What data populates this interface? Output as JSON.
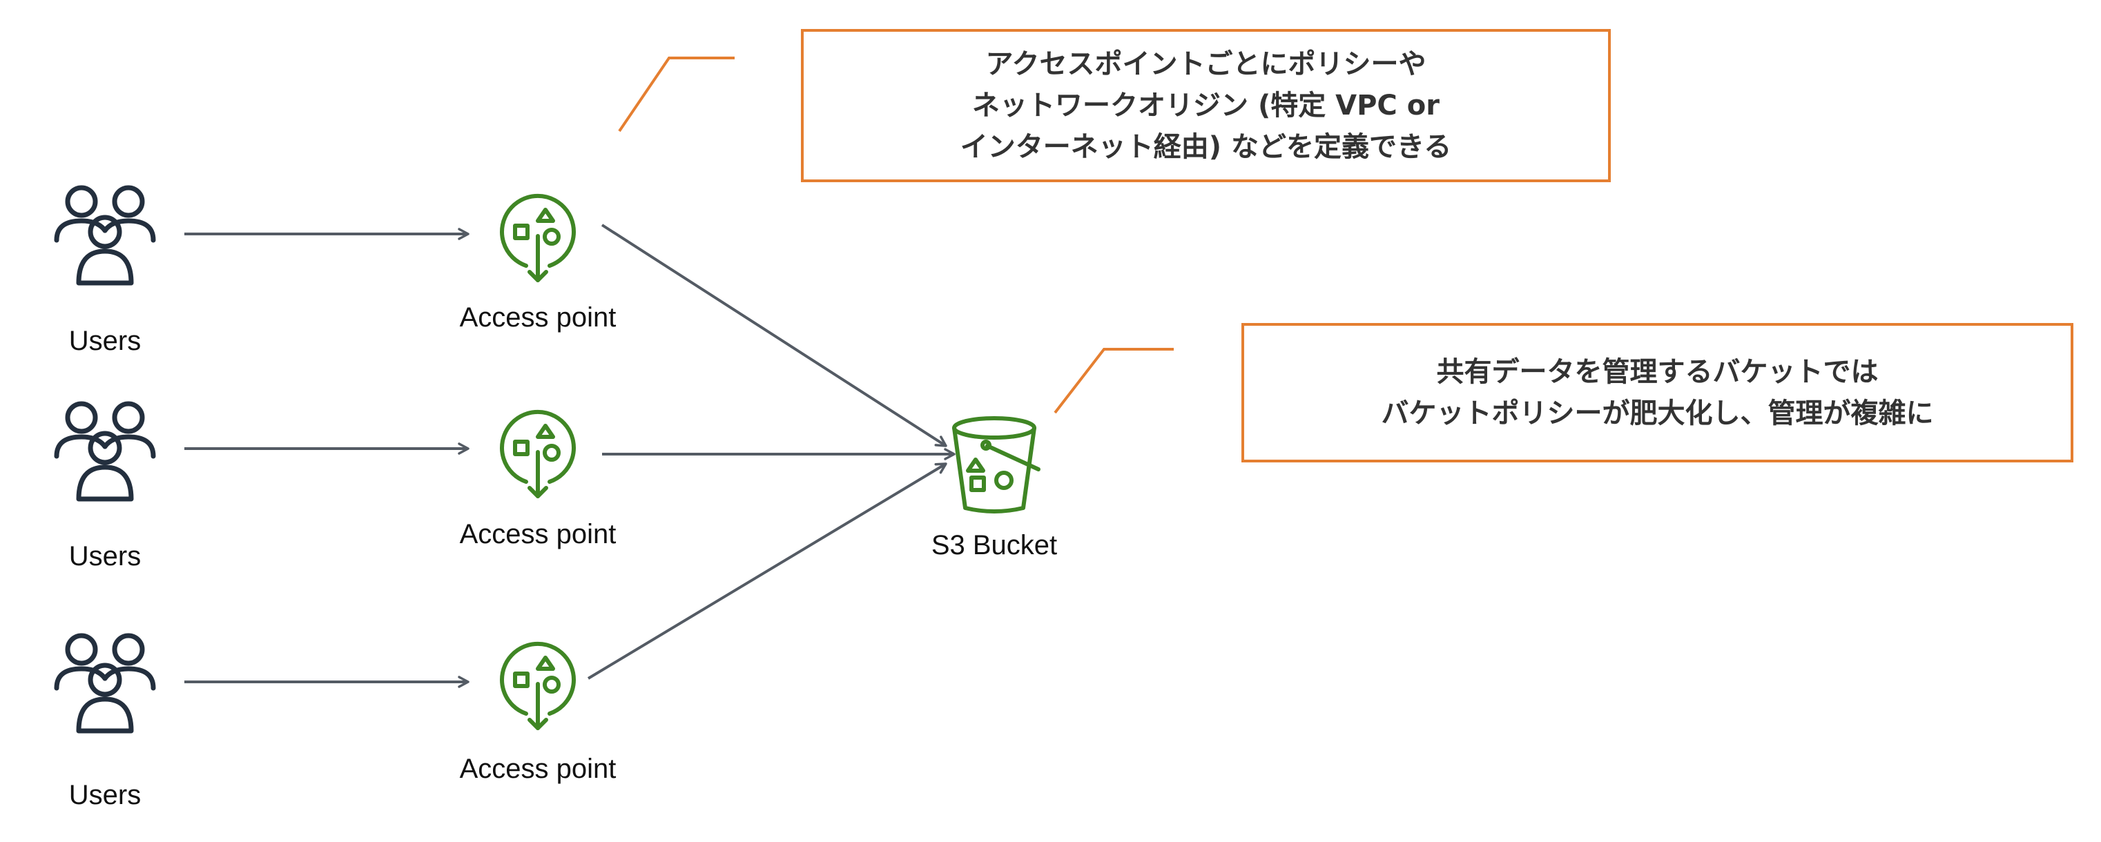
{
  "diagram": {
    "users": [
      {
        "label": "Users"
      },
      {
        "label": "Users"
      },
      {
        "label": "Users"
      }
    ],
    "access_points": [
      {
        "label": "Access point"
      },
      {
        "label": "Access point"
      },
      {
        "label": "Access point"
      }
    ],
    "bucket": {
      "label": "S3 Bucket"
    },
    "callouts": {
      "access_point_note": {
        "lines": [
          "アクセスポイントごとにポリシーや",
          "ネットワークオリジン (特定 VPC or",
          "インターネット経由) などを定義できる"
        ]
      },
      "bucket_note": {
        "lines": [
          "共有データを管理するバケットでは",
          "バケットポリシーが肥大化し、管理が複雑に"
        ]
      }
    },
    "colors": {
      "users_icon": "#232f3e",
      "access_point_icon": "#3f8624",
      "bucket_icon": "#3f8624",
      "arrow": "#545b64",
      "callout_border": "#e57f31",
      "callout_leader": "#e57f31"
    },
    "icons": {
      "users": "users-icon",
      "access_point": "access-point-icon",
      "bucket": "s3-bucket-icon"
    }
  }
}
